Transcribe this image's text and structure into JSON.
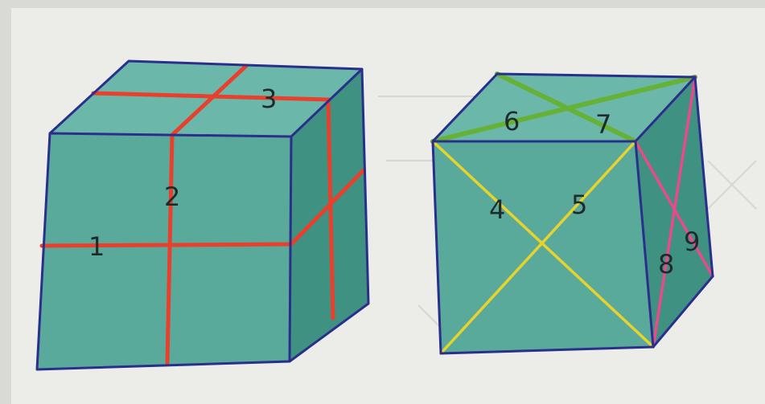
{
  "colors": {
    "paper": "#ecece9",
    "face_front": "#5aaa9c",
    "face_top": "#6bb8aa",
    "face_side": "#3f9182",
    "edge": "#2a2f8c",
    "red_line": "#e8402c",
    "yellow_line": "#e8d32c",
    "green_line": "#66b238",
    "pink_line": "#e84a8a"
  },
  "labels": {
    "l1": "1",
    "l2": "2",
    "l3": "3",
    "l4": "4",
    "l5": "5",
    "l6": "6",
    "l7": "7",
    "l8": "8",
    "l9": "9"
  }
}
